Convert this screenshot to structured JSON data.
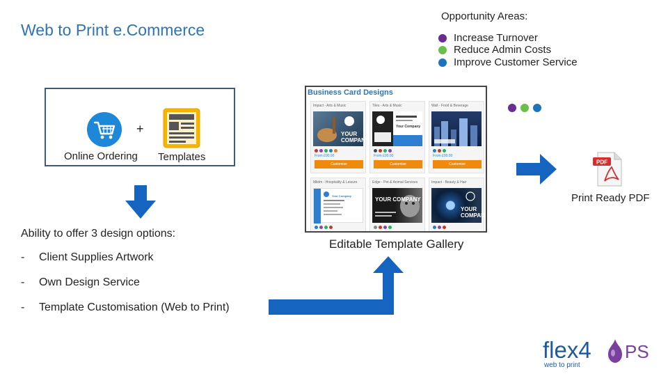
{
  "title": "Web to Print e.Commerce",
  "opportunity": {
    "title": "Opportunity Areas:",
    "items": [
      {
        "label": "Increase Turnover",
        "color": "#6a2c91"
      },
      {
        "label": "Reduce Admin Costs",
        "color": "#6abf4b"
      },
      {
        "label": "Improve Customer Service",
        "color": "#1e73be"
      }
    ]
  },
  "ordering_box": {
    "plus": "+",
    "online_ordering": "Online Ordering",
    "templates": "Templates"
  },
  "gallery": {
    "title": "Business Card Designs",
    "label": "Editable Template Gallery",
    "cards": [
      {
        "category": "Impact - Arts & Music",
        "image": "guitar-photo",
        "text": "YOUR COMPANY",
        "from": "From £00.00",
        "button": "Customise"
      },
      {
        "category": "Tiles - Arts & Music",
        "image": "piano-photo",
        "text": "Your Company",
        "from": "From £00.00",
        "button": "Customise"
      },
      {
        "category": "Wall - Food & Beverage",
        "image": "city-photo",
        "text": "",
        "from": "From £00.00",
        "button": "Customise"
      },
      {
        "category": "Mildm - Hospitality & Leisure",
        "image": "white-card",
        "text": "Your Company",
        "from": "",
        "button": ""
      },
      {
        "category": "Edge - Pet & Animal Services",
        "image": "cat-photo",
        "text": "YOUR COMPANY",
        "from": "",
        "button": ""
      },
      {
        "category": "Impact - Beauty & Hair",
        "image": "eye-photo",
        "text": "YOUR COMPANY",
        "from": "",
        "button": ""
      }
    ]
  },
  "options": {
    "heading": "Ability to offer 3 design options:",
    "items": [
      {
        "dash": "-",
        "label": "Client Supplies Artwork"
      },
      {
        "dash": "-",
        "label": "Own Design Service"
      },
      {
        "dash": "-",
        "label": "Template Customisation (Web to Print)"
      }
    ]
  },
  "pdf": {
    "label": "Print Ready PDF",
    "icon_text": "PDF"
  },
  "logo": {
    "brand": "flex4",
    "suffix": "PS",
    "tagline": "web to print"
  },
  "colors": {
    "accent_blue": "#1e73be",
    "title_blue": "#2e74b5",
    "arrow_blue": "#1565c0",
    "purple": "#6a2c91",
    "green": "#6abf4b",
    "orange": "#f08a0c"
  }
}
